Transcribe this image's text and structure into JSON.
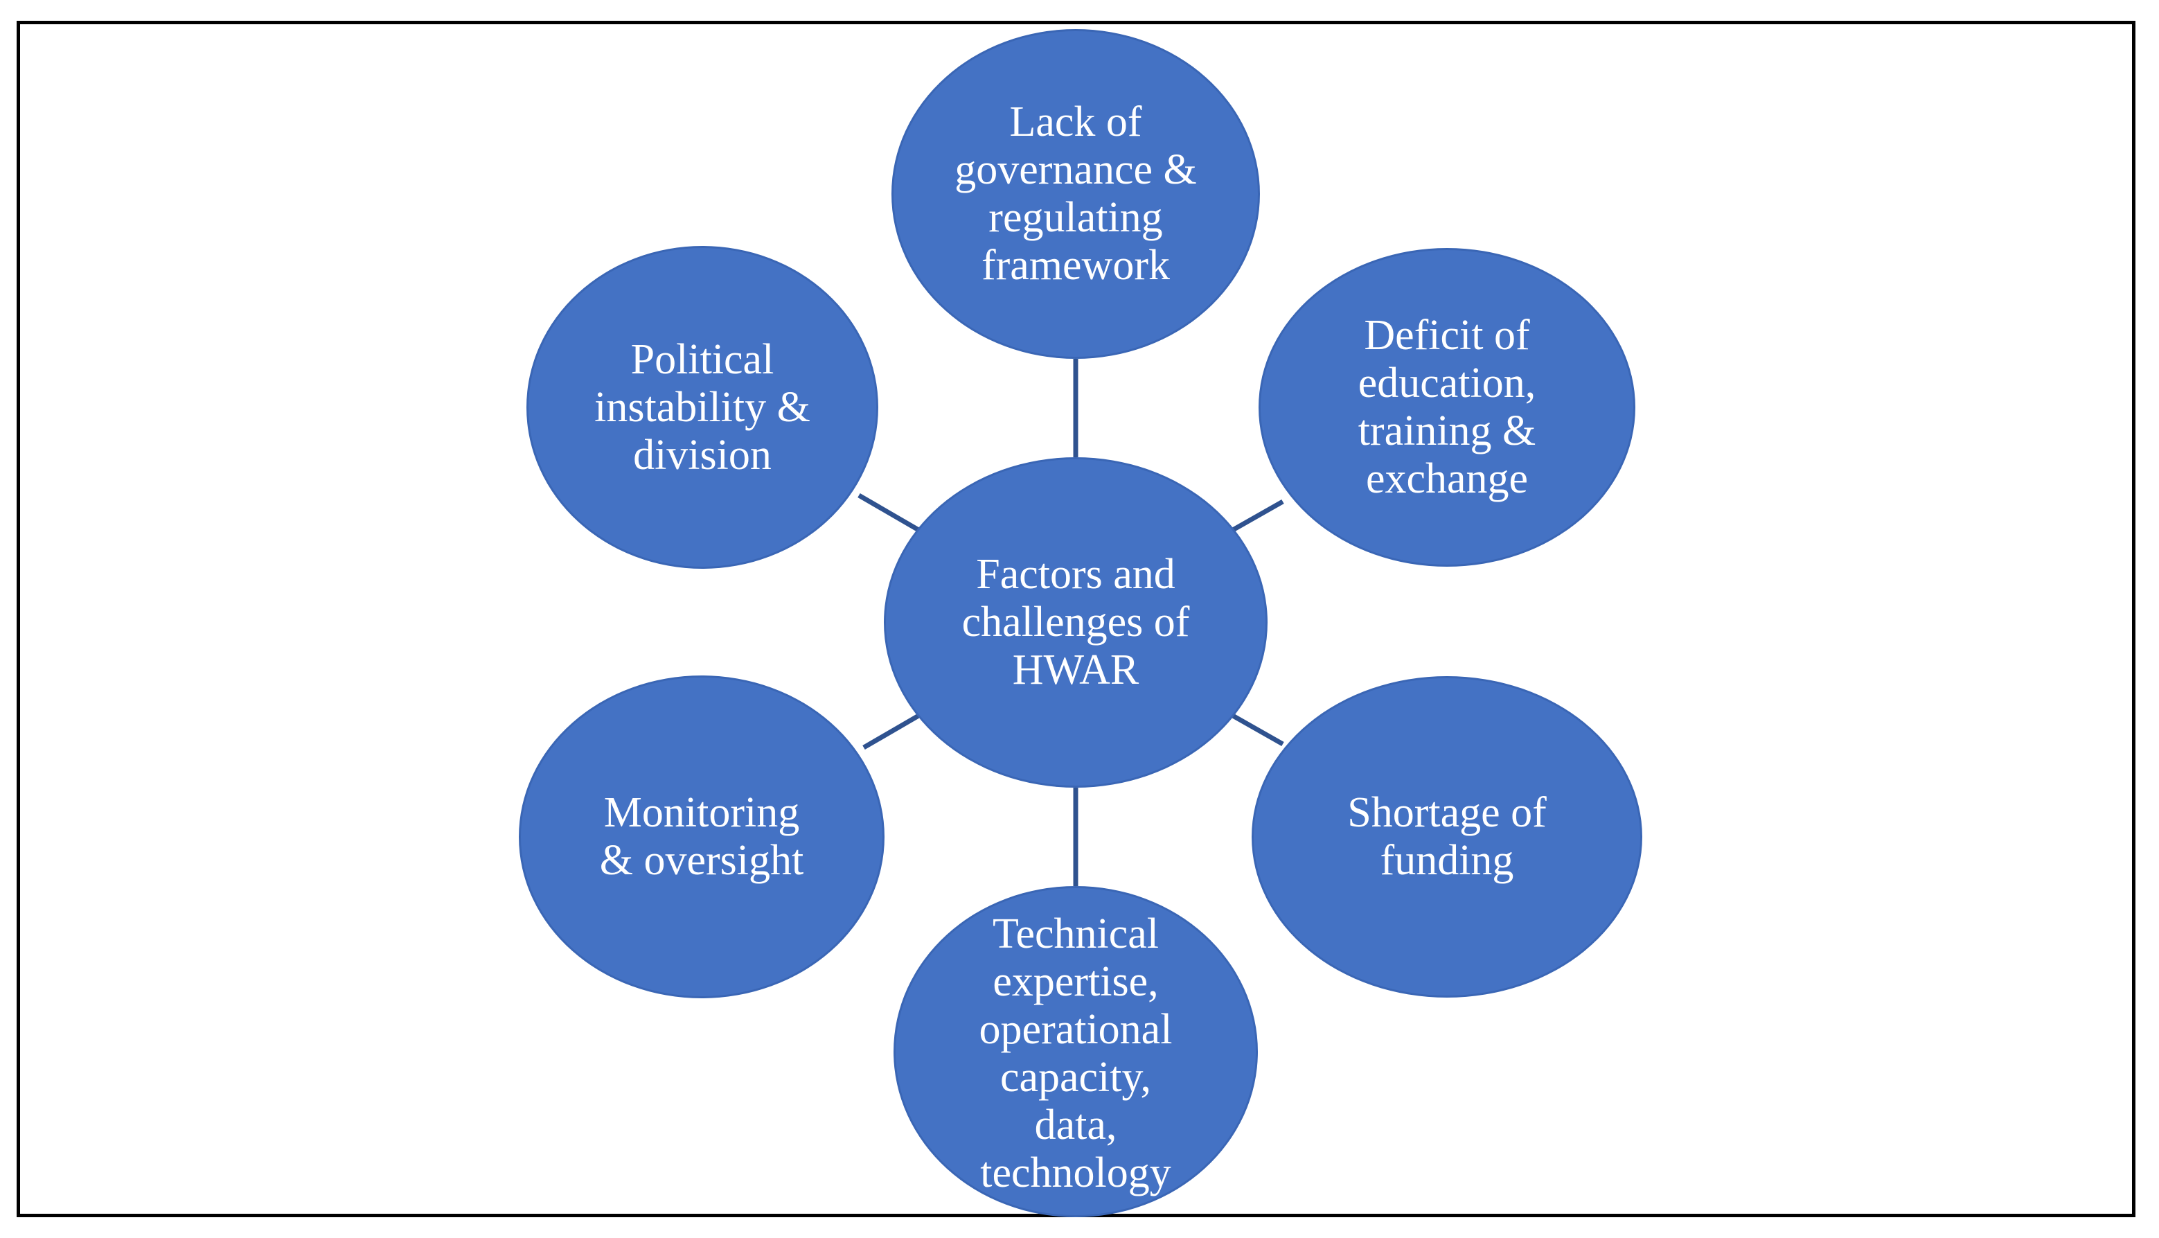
{
  "diagram": {
    "colors": {
      "node_fill": "#4472C4",
      "node_border": "#3A66B5",
      "connector": "#2F528F",
      "text": "#FFFFFF",
      "frame_border": "#000000"
    },
    "center": {
      "label": "Factors and\nchallenges of\nHWAR"
    },
    "nodes": [
      {
        "id": "governance",
        "label": "Lack of\ngovernance &\nregulating\nframework"
      },
      {
        "id": "education",
        "label": "Deficit of\neducation,\ntraining &\nexchange"
      },
      {
        "id": "funding",
        "label": "Shortage of\nfunding"
      },
      {
        "id": "technical",
        "label": "Technical\nexpertise,\noperational\ncapacity,\ndata,\ntechnology"
      },
      {
        "id": "monitoring",
        "label": "Monitoring\n& oversight"
      },
      {
        "id": "political",
        "label": "Political\ninstability &\ndivision"
      }
    ]
  }
}
